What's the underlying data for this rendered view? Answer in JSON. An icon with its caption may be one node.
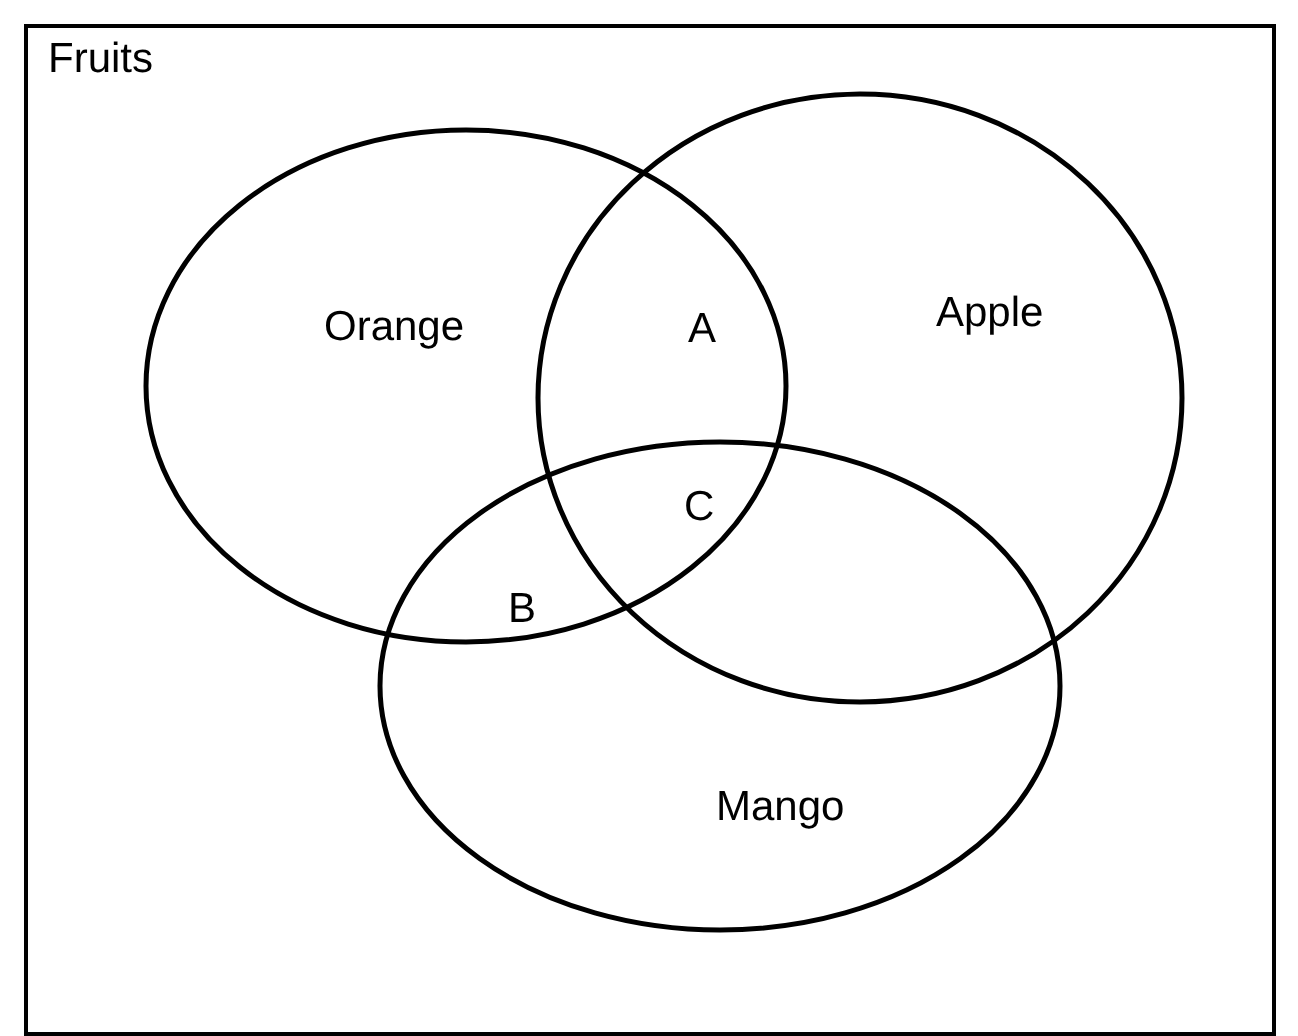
{
  "diagram": {
    "nodes": [
      {
        "text": [
          "Fruits"
        ]
      },
      {
        "text": [
          "Orange"
        ],
        "in": 0
      },
      {
        "text": [
          "Apple"
        ],
        "in": 0
      },
      {
        "text": [
          "Mango"
        ],
        "in": 0
      }
    ],
    "labels": [
      "A",
      "C",
      "B"
    ]
  }
}
